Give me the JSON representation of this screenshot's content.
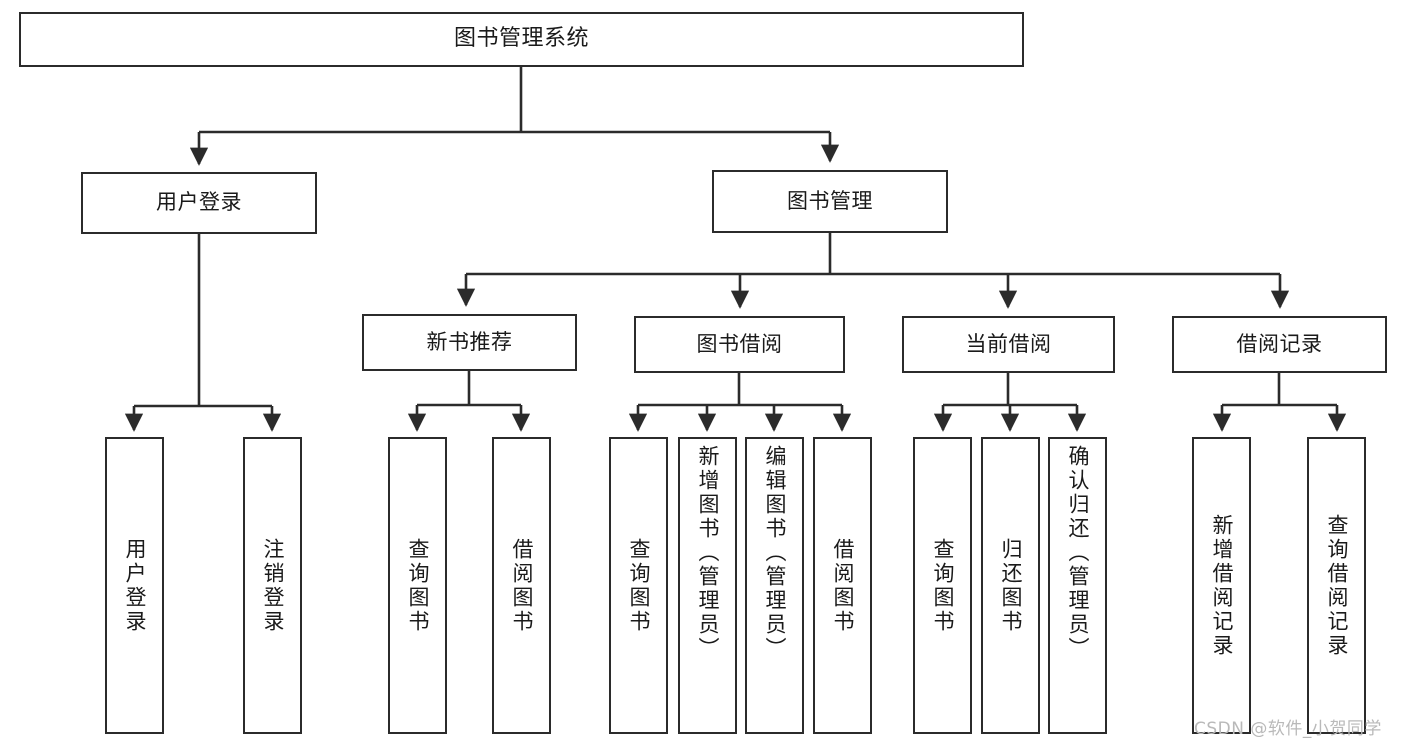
{
  "diagram": {
    "title": "图书管理系统",
    "type": "tree-hierarchy-diagram",
    "colors": {
      "box_border": "#2b2b2b",
      "box_fill": "#ffffff",
      "connector": "#2b2b2b",
      "background": "#ffffff",
      "watermark": "#b9b9b9"
    },
    "root": {
      "label": "图书管理系统"
    },
    "level2": [
      {
        "label": "用户登录"
      },
      {
        "label": "图书管理"
      }
    ],
    "level3": [
      {
        "label": "新书推荐"
      },
      {
        "label": "图书借阅"
      },
      {
        "label": "当前借阅"
      },
      {
        "label": "借阅记录"
      }
    ],
    "leaves": {
      "user_login": [
        {
          "label": "用户登录"
        },
        {
          "label": "注销登录"
        }
      ],
      "new_book_recommend": [
        {
          "label": "查询图书"
        },
        {
          "label": "借阅图书"
        }
      ],
      "book_borrow": [
        {
          "label": "查询图书"
        },
        {
          "label": "新增图书（管理员）"
        },
        {
          "label": "编辑图书（管理员）"
        },
        {
          "label": "借阅图书"
        }
      ],
      "current_borrow": [
        {
          "label": "查询图书"
        },
        {
          "label": "归还图书"
        },
        {
          "label": "确认归还（管理员）"
        }
      ],
      "borrow_record": [
        {
          "label": "新增借阅记录"
        },
        {
          "label": "查询借阅记录"
        }
      ]
    }
  },
  "watermark": {
    "text": "CSDN @软件_小贺同学"
  }
}
